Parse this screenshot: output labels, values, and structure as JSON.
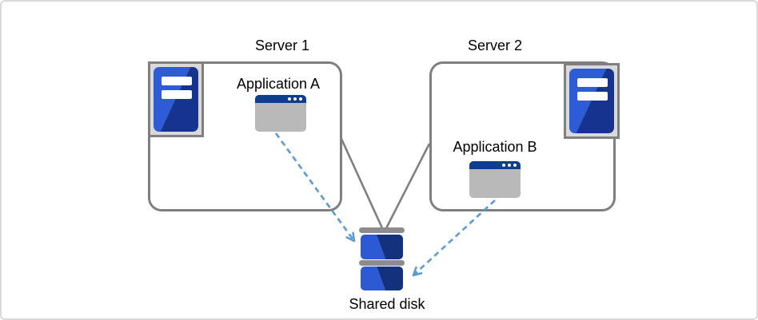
{
  "nodes": {
    "server1": {
      "label": "Server 1"
    },
    "server2": {
      "label": "Server 2"
    },
    "app_a": {
      "label": "Application A"
    },
    "app_b": {
      "label": "Application B"
    },
    "shared_disk": {
      "label": "Shared disk"
    }
  },
  "edges": [
    {
      "from": "server1",
      "to": "shared_disk",
      "style": "solid-line"
    },
    {
      "from": "server2",
      "to": "shared_disk",
      "style": "solid-line"
    },
    {
      "from": "app_a",
      "to": "shared_disk",
      "style": "dashed-arrow"
    },
    {
      "from": "app_b",
      "to": "shared_disk",
      "style": "dashed-arrow"
    }
  ],
  "colors": {
    "box_border": "#7f7f7f",
    "connector_line": "#7f7f7f",
    "arrow_blue": "#5b9bd5",
    "icon_blue_light": "#2e5cd6",
    "icon_blue_dark": "#16338f",
    "window_titlebar_blue": "#0c3d8f",
    "window_body_gray": "#b9b9b9",
    "icon_frame_gray": "#d9d9d9",
    "disk_bar_gray": "#8c8c8c",
    "text": "#000000",
    "canvas_border": "#d9d9d9"
  },
  "icons": [
    "server-icon",
    "application-window-icon",
    "shared-disk-icon"
  ]
}
